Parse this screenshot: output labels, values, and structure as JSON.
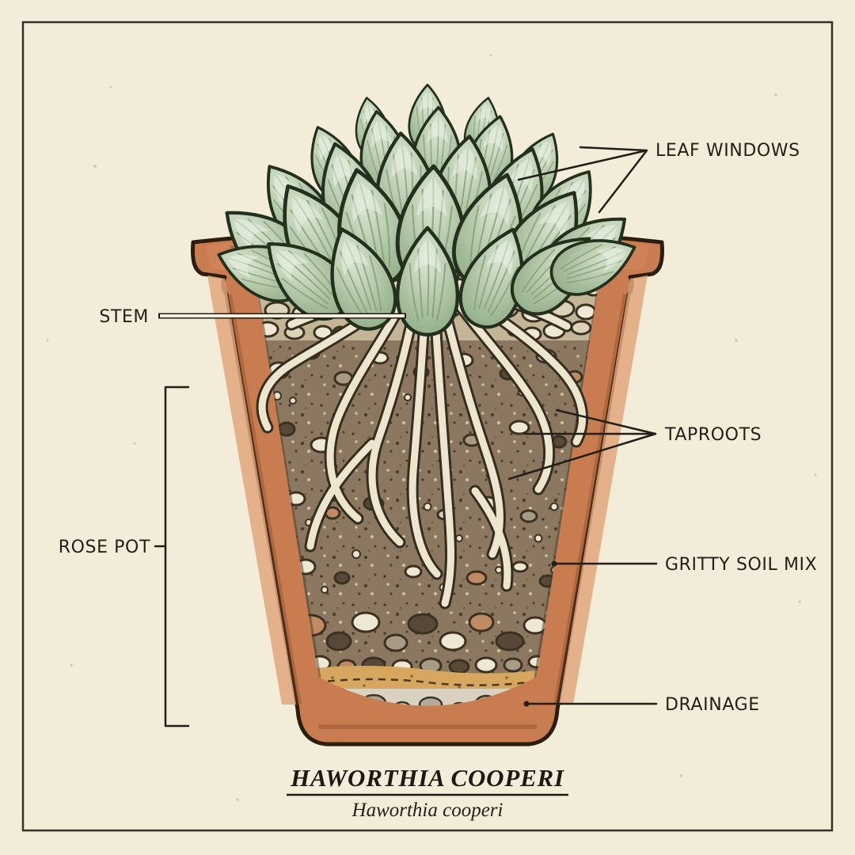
{
  "illustration": {
    "labels": {
      "leaf_windows": "LEAF WINDOWS",
      "stem": "STEM",
      "taproots": "TAPROOTS",
      "rose_pot": "ROSE POT",
      "gritty_soil_mix": "GRITTY SOIL MIX",
      "drainage": "DRAINAGE"
    },
    "title": "HAWORTHIA COOPERI",
    "subtitle": "Haworthia cooperi",
    "colors": {
      "background": "#f2ecd8",
      "frame": "#33302a",
      "label_text": "#221f19",
      "pot_terracotta": "#ca7c51",
      "pot_outline": "#2b1e11",
      "leaf_outline": "#22301d",
      "leaf_green": "#b5c9ab",
      "leaf_green_light": "#dde7d4",
      "leaf_green_dark": "#87a47d",
      "soil_brown": "#8c7860",
      "root_cream": "#eee5cf",
      "root_outline": "#352e20",
      "pebble_white": "#eee7d3",
      "pebble_dark": "#574838",
      "sand_tan": "#d7a75f",
      "drainage_gray": "#d9d2c1"
    }
  }
}
